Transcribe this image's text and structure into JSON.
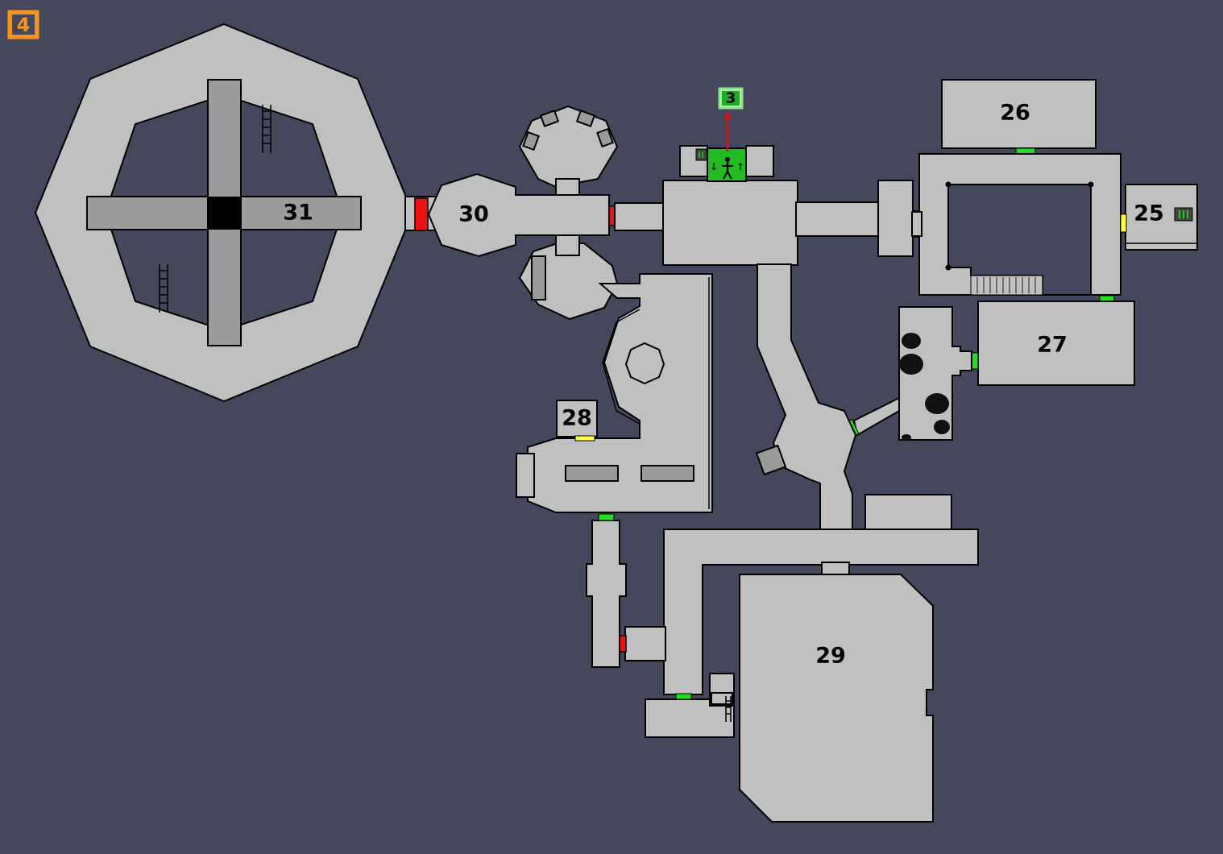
{
  "map": {
    "level_badge": "4",
    "exit_badge": "3",
    "rooms": [
      {
        "name": "room-25",
        "label": "25"
      },
      {
        "name": "room-26",
        "label": "26"
      },
      {
        "name": "room-27",
        "label": "27"
      },
      {
        "name": "room-28",
        "label": "28"
      },
      {
        "name": "room-29",
        "label": "29"
      },
      {
        "name": "room-30",
        "label": "30"
      },
      {
        "name": "room-31",
        "label": "31"
      }
    ],
    "colors": {
      "background": "#45475c",
      "floor": "#c0c0c0",
      "locked_door": "#ee1111",
      "open_door": "#22dd22",
      "key_door": "#ffff44",
      "level_badge": "#f7941d",
      "elevator": "#22bb22"
    },
    "icons": [
      "level-badge-icon",
      "exit-badge-icon",
      "elevator-icon",
      "ladder-icon",
      "terminal-icon",
      "stairs-icon"
    ]
  }
}
